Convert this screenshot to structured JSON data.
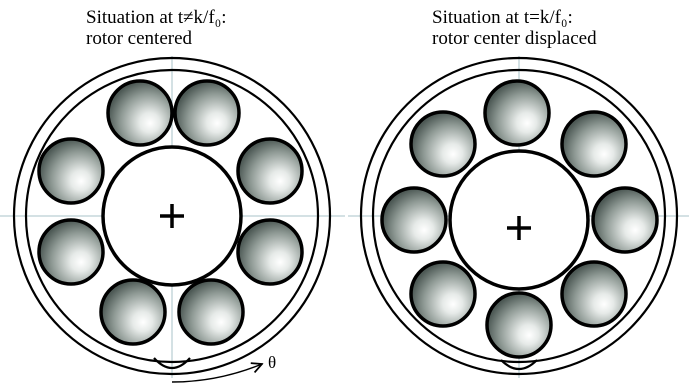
{
  "left_panel": {
    "caption_line1": "Situation at t≠k/f₀:",
    "caption_line2": "rotor centered"
  },
  "right_panel": {
    "caption_line1": "Situation at t=k/f₀:",
    "caption_line2": "rotor center displaced"
  },
  "angle_label": "θ",
  "colors": {
    "stroke": "#000000",
    "axis": "#a9c3c9",
    "ball_highlight": "#ffffff",
    "ball_shadow": "#4e5a56"
  }
}
